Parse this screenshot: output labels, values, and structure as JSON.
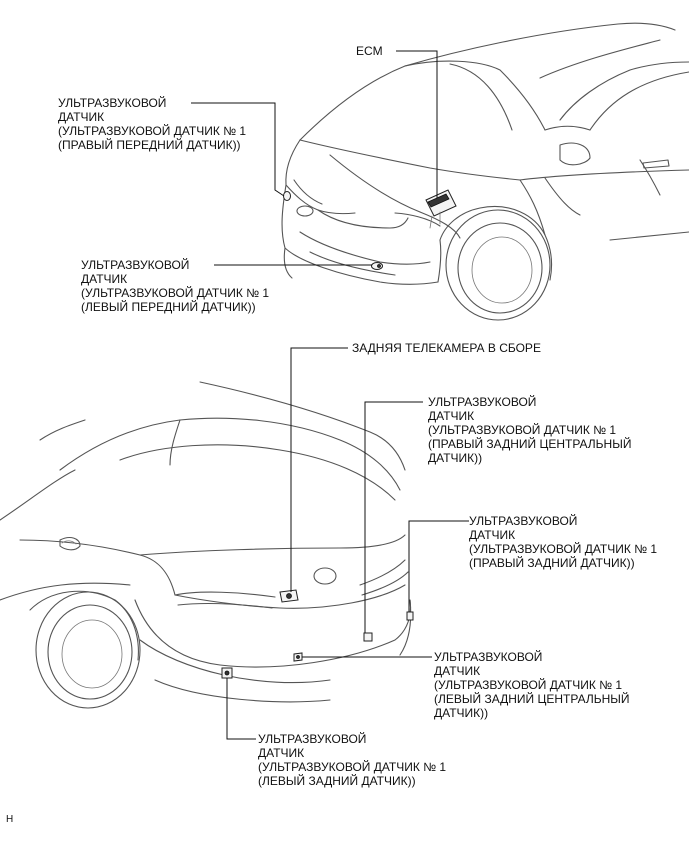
{
  "front_view": {
    "ecm": [
      "ECM"
    ],
    "sensor_front_right": [
      "УЛЬТРАЗВУКОВОЙ",
      "ДАТЧИК",
      "(УЛЬТРАЗВУКОВОЙ ДАТЧИК № 1",
      "(ПРАВЫЙ ПЕРЕДНИЙ ДАТЧИК))"
    ],
    "sensor_front_left": [
      "УЛЬТРАЗВУКОВОЙ",
      "ДАТЧИК",
      "(УЛЬТРАЗВУКОВОЙ ДАТЧИК № 1",
      "(ЛЕВЫЙ ПЕРЕДНИЙ ДАТЧИК))"
    ]
  },
  "rear_view": {
    "rear_camera": [
      "ЗАДНЯЯ ТЕЛЕКАМЕРА В СБОРЕ"
    ],
    "sensor_rear_right_center": [
      "УЛЬТРАЗВУКОВОЙ",
      "ДАТЧИК",
      "(УЛЬТРАЗВУКОВОЙ ДАТЧИК № 1",
      "(ПРАВЫЙ ЗАДНИЙ ЦЕНТРАЛЬНЫЙ",
      "ДАТЧИК))"
    ],
    "sensor_rear_right": [
      "УЛЬТРАЗВУКОВОЙ",
      "ДАТЧИК",
      "(УЛЬТРАЗВУКОВОЙ ДАТЧИК № 1",
      "(ПРАВЫЙ ЗАДНИЙ ДАТЧИК))"
    ],
    "sensor_rear_left_center": [
      "УЛЬТРАЗВУКОВОЙ",
      "ДАТЧИК",
      "(УЛЬТРАЗВУКОВОЙ ДАТЧИК № 1",
      "(ЛЕВЫЙ ЗАДНИЙ ЦЕНТРАЛЬНЫЙ",
      "ДАТЧИК))"
    ],
    "sensor_rear_left": [
      "УЛЬТРАЗВУКОВОЙ",
      "ДАТЧИК",
      "(УЛЬТРАЗВУКОВОЙ ДАТЧИК № 1",
      "(ЛЕВЫЙ ЗАДНИЙ ДАТЧИК))"
    ]
  },
  "figure_code": "H"
}
